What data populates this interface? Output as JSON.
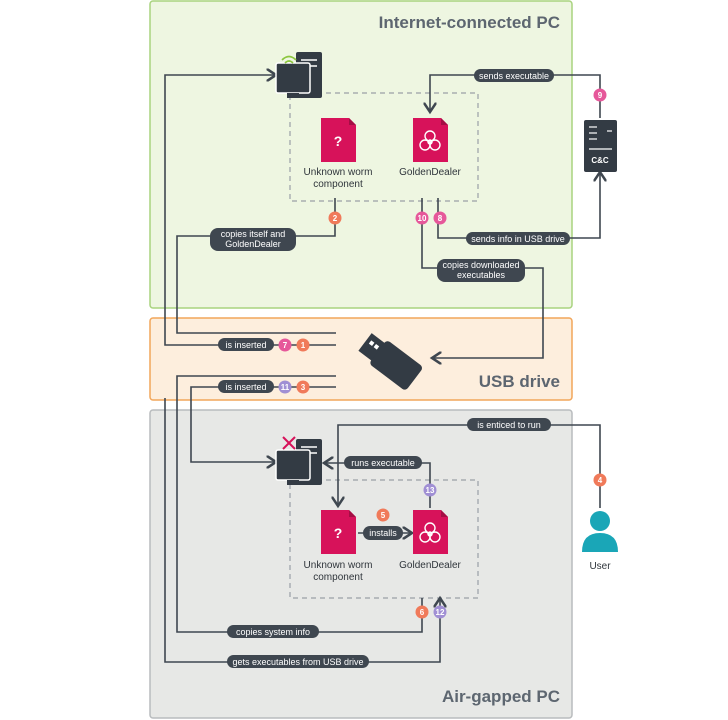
{
  "zones": {
    "internet": "Internet-connected PC",
    "usb": "USB drive",
    "airgap": "Air-gapped PC"
  },
  "components": {
    "worm_line1": "Unknown worm",
    "worm_line2": "component",
    "golden": "GoldenDealer",
    "user": "User",
    "cc": "C&C"
  },
  "labels": {
    "sends_executable": "sends executable",
    "copies_line1": "copies itself and",
    "copies_line2": "GoldenDealer",
    "sends_info": "sends info in USB drive",
    "copies_dl_line1": "copies downloaded",
    "copies_dl_line2": "executables",
    "is_inserted": "is inserted",
    "is_enticed": "is enticed to run",
    "runs_executable": "runs executable",
    "installs": "installs",
    "copies_system_info": "copies system info",
    "gets_executables": "gets executables from USB drive"
  },
  "badges": [
    "1",
    "2",
    "3",
    "4",
    "5",
    "6",
    "7",
    "8",
    "9",
    "10",
    "11",
    "12",
    "13"
  ],
  "colors": {
    "internet_bg": "#eef6e1",
    "internet_border": "#a9d37f",
    "usb_bg": "#fdeedd",
    "usb_border": "#f2a65a",
    "airgap_bg": "#e7e8e6",
    "airgap_border": "#b9bcbe",
    "pill": "#3f4750",
    "badge_orange": "#f07a5a",
    "badge_pink": "#e6589a",
    "badge_purple": "#a08fd4",
    "magenta": "#d7125a",
    "teal": "#1aa6b7",
    "dark": "#333b44"
  }
}
